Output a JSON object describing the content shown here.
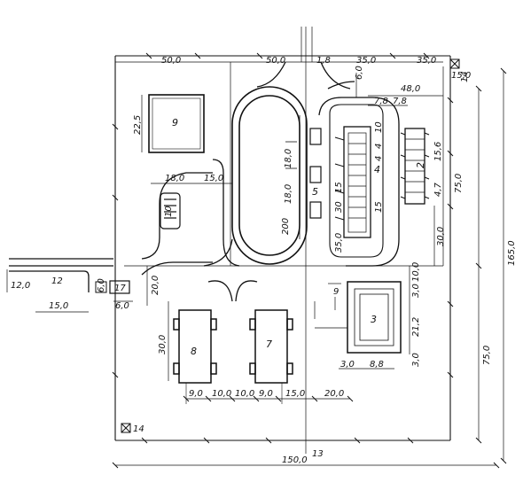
{
  "drawing": {
    "line_color": "#111111",
    "background": "#ffffff",
    "top_dims": [
      "50,0",
      "50,0",
      "1,8",
      "35,0",
      "35,0"
    ],
    "corner_dims": [
      "15,0",
      "14"
    ],
    "right_dims": [
      "75,0",
      "75,0",
      "165,0"
    ],
    "bottom_dim": "150,0",
    "bottom_mark": "13",
    "corner_mark": "14",
    "left_dims": [
      "12,0",
      "12",
      "15,0",
      "6,0",
      "6,0",
      "17"
    ],
    "building9": {
      "label": "9",
      "width_dim": "22,5",
      "dims": [
        "18,0",
        "15,0"
      ]
    },
    "building10": {
      "label": "10"
    },
    "track_dims": [
      "18,0",
      "18,0",
      "200"
    ],
    "building5": {
      "label": "5"
    },
    "building4": {
      "dims": [
        "6,0",
        "7,8",
        "7,8",
        "48,0",
        "10",
        "4",
        "4",
        "15",
        "30",
        "15",
        "35,0"
      ],
      "label": "4"
    },
    "building2": {
      "label": "2",
      "dims": [
        "15,6",
        "4,7",
        "30,0",
        "75,0"
      ]
    },
    "center_dims": [
      "20,0",
      "9"
    ],
    "building3": {
      "label": "3",
      "dims": [
        "10,0",
        "3,0",
        "21,2",
        "3,0",
        "8,8",
        "3,0"
      ]
    },
    "building8": {
      "label": "8",
      "dim": "30,0"
    },
    "building7": {
      "label": "7"
    },
    "bottom_chain": [
      "9,0",
      "10,0",
      "10,0",
      "9,0",
      "15,0",
      "20,0"
    ]
  }
}
